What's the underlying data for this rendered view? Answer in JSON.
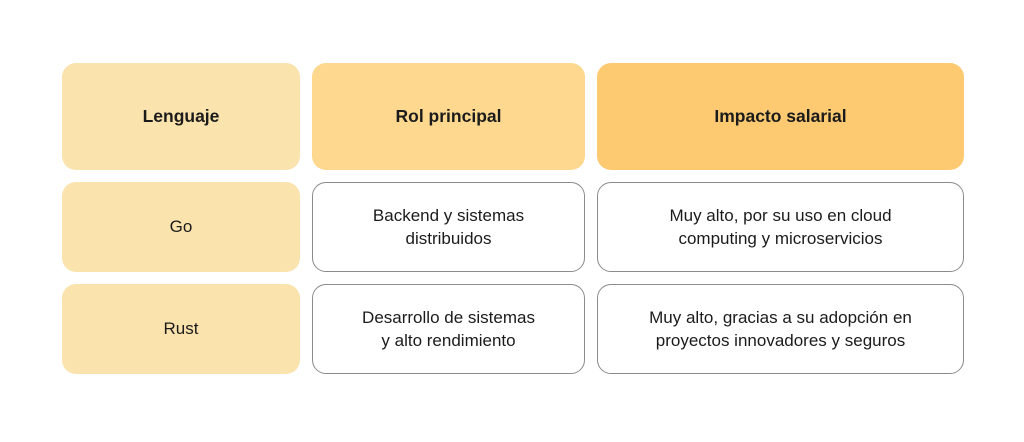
{
  "colors": {
    "header_col1_bg": "#fbe3ad",
    "header_col2_bg": "#fdd88e",
    "header_col3_bg": "#fdca72",
    "language_cell_bg": "#fbe3ad",
    "text": "#1b1b1b",
    "cell_border": "#8b8b8b",
    "page_bg": "#ffffff"
  },
  "table": {
    "headers": [
      {
        "label": "Lenguaje",
        "bg": "#fbe3ad"
      },
      {
        "label": "Rol principal",
        "bg": "#fdd88e"
      },
      {
        "label": "Impacto salarial",
        "bg": "#fdca72"
      }
    ],
    "rows": [
      {
        "language": "Go",
        "language_bg": "#fbe3ad",
        "role": "Backend y sistemas\ndistribuidos",
        "impact": "Muy alto, por su uso en cloud\ncomputing y microservicios"
      },
      {
        "language": "Rust",
        "language_bg": "#fbe3ad",
        "role": "Desarrollo de sistemas\ny alto rendimiento",
        "impact": "Muy alto, gracias a su adopción en\nproyectos innovadores y seguros"
      }
    ]
  },
  "chart_data": {
    "type": "table",
    "title": "",
    "columns": [
      "Lenguaje",
      "Rol principal",
      "Impacto salarial"
    ],
    "rows": [
      [
        "Go",
        "Backend y sistemas distribuidos",
        "Muy alto, por su uso en cloud computing y microservicios"
      ],
      [
        "Rust",
        "Desarrollo de sistemas y alto rendimiento",
        "Muy alto, gracias a su adopción en proyectos innovadores y seguros"
      ]
    ],
    "layout_hints": {
      "header_style": "rounded yellow cards, bold centered text",
      "body_first_column_style": "rounded light-yellow cards",
      "body_other_columns_style": "white rounded cards with thin gray border",
      "grid": "off",
      "legend": "none"
    }
  }
}
